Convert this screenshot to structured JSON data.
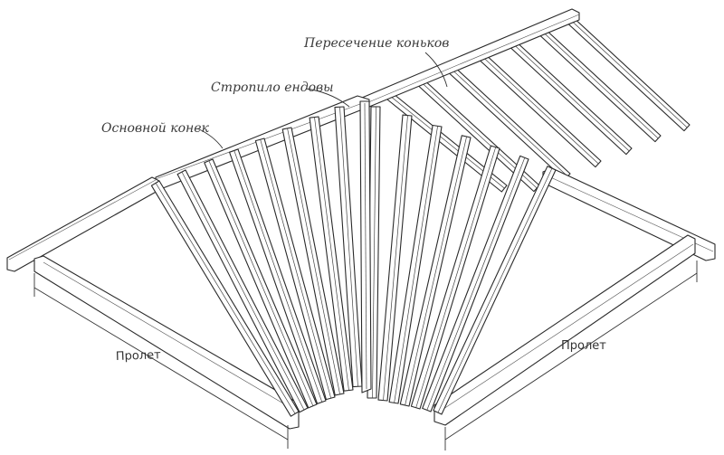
{
  "labels": {
    "ridge_intersection": "Пересечение коньков",
    "valley_rafter": "Стропило ендовы",
    "main_ridge": "Основной конек",
    "span_left": "Пролет",
    "span_right": "Пролет"
  },
  "colors": {
    "line": "#2a2a2a",
    "text": "#3a3a3a",
    "background": "#ffffff"
  }
}
